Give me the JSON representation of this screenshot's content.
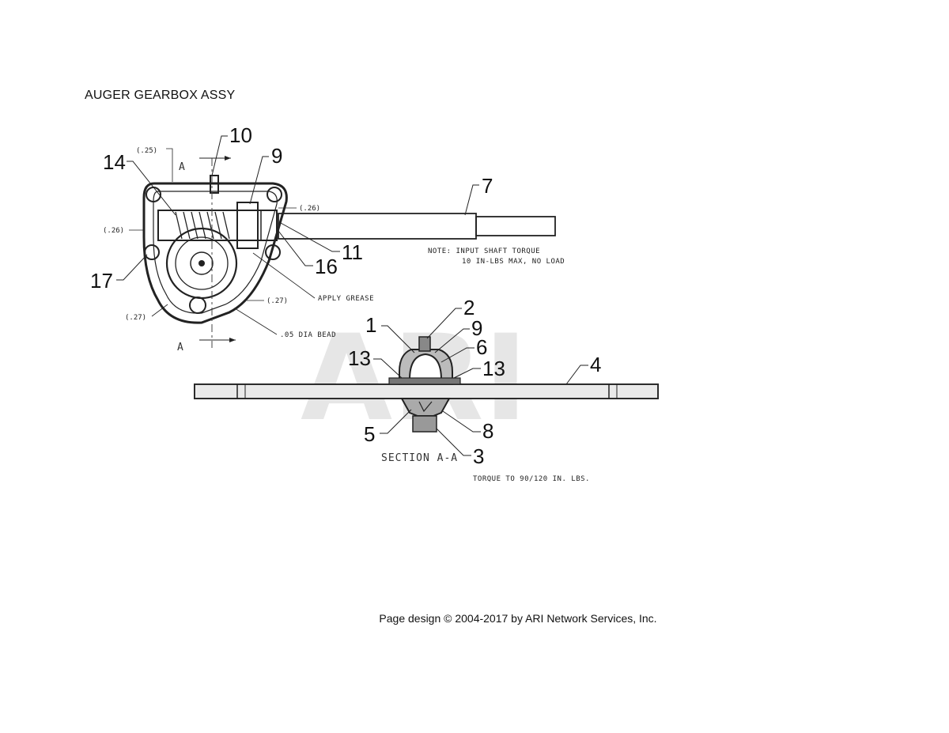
{
  "title": "AUGER GEARBOX ASSY",
  "footer": "Page design © 2004-2017 by ARI Network Services, Inc.",
  "watermark": "ARI",
  "section_label": "SECTION A-A",
  "section_marker": "A",
  "notes": {
    "input_shaft_line1": "NOTE: INPUT SHAFT TORQUE",
    "input_shaft_line2": "10 IN-LBS MAX, NO LOAD",
    "apply_grease": "APPLY GREASE",
    "bead": ".05 DIA BEAD",
    "torque": "TORQUE TO 90/120 IN. LBS."
  },
  "dimensions": {
    "d_top": "(.25)",
    "d_left": "(.26)",
    "d_right": "(.26)",
    "d_bottom_left": "(.27)",
    "d_bottom_right": "(.27)"
  },
  "callouts": {
    "c10": "10",
    "c9": "9",
    "c14": "14",
    "c7": "7",
    "c11": "11",
    "c16": "16",
    "c17": "17",
    "s1": "1",
    "s2": "2",
    "s9": "9",
    "s6": "6",
    "s13a": "13",
    "s13b": "13",
    "s4": "4",
    "s5": "5",
    "s8": "8",
    "s3": "3"
  }
}
